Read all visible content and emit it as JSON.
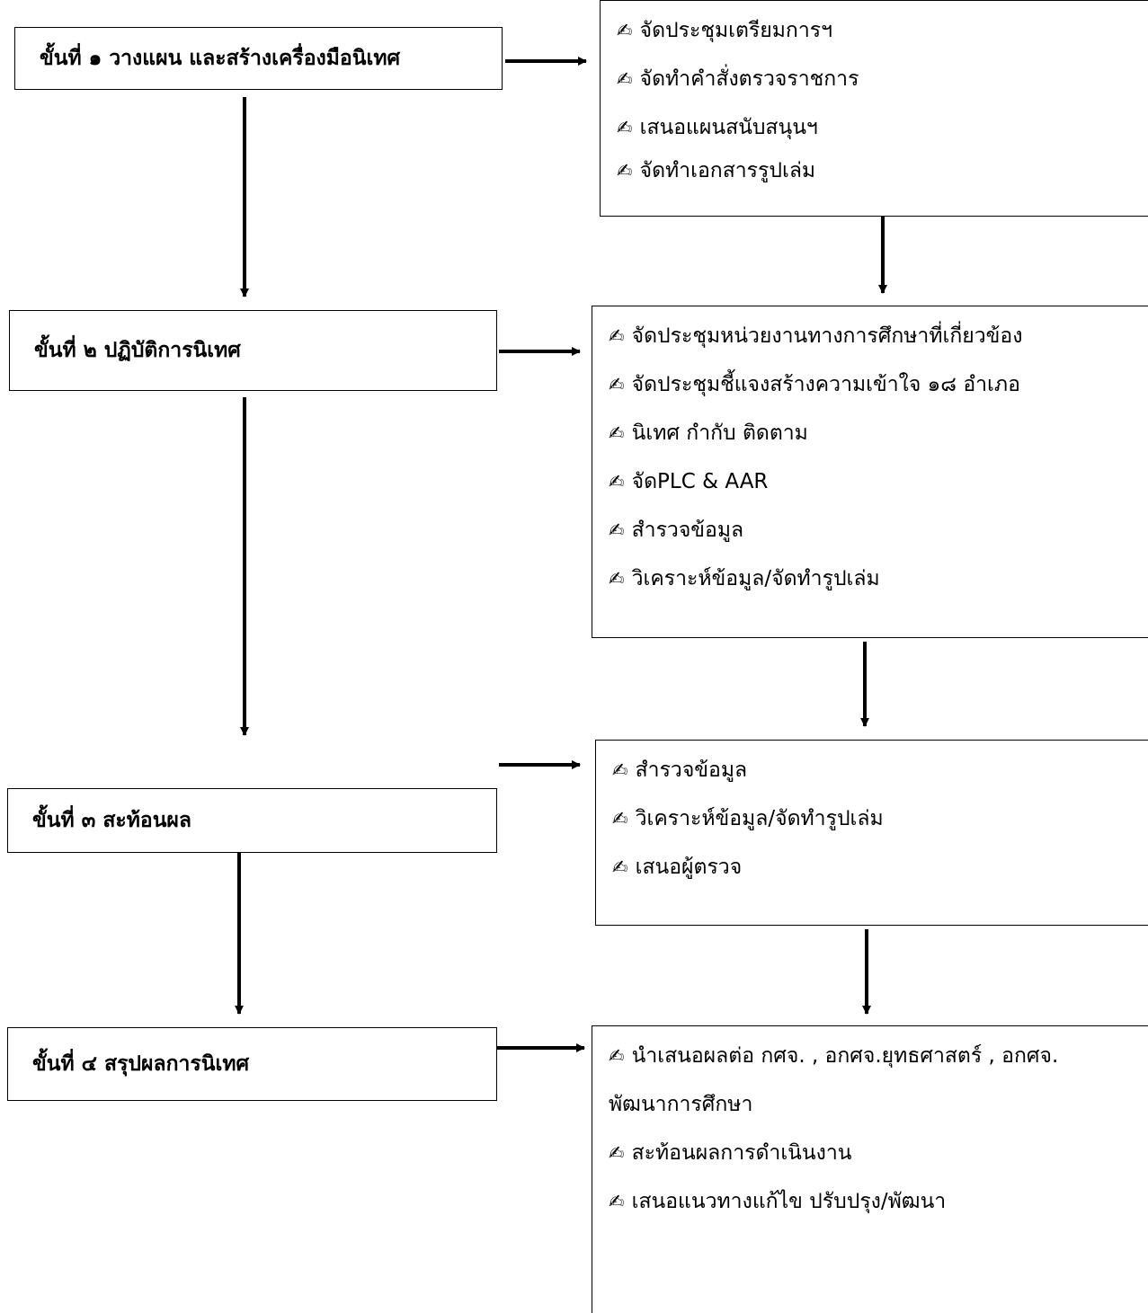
{
  "icons": {
    "bullet": "writing-hand-icon"
  },
  "steps": [
    {
      "label": "ขั้นที่ ๑ วางแผน และสร้างเครื่องมือนิเทศ"
    },
    {
      "label": "ขั้นที่ ๒ ปฏิบัติการนิเทศ"
    },
    {
      "label": "ขั้นที่ ๓  สะท้อนผล"
    },
    {
      "label": "ขั้นที่ ๔  สรุปผลการนิเทศ"
    }
  ],
  "details": [
    {
      "items": [
        "จัดประชุมเตรียมการฯ",
        "จัดทำคำสั่งตรวจราชการ",
        "เสนอแผนสนับสนุนฯ",
        "จัดทำเอกสารรูปเล่ม"
      ]
    },
    {
      "items": [
        "จัดประชุมหน่วยงานทางการศึกษาที่เกี่ยวข้อง",
        "จัดประชุมชี้แจงสร้างความเข้าใจ ๑๘ อำเภอ",
        "นิเทศ กำกับ ติดตาม",
        "จัดPLC & AAR",
        "สำรวจข้อมูล",
        "วิเคราะห์ข้อมูล/จัดทำรูปเล่ม"
      ]
    },
    {
      "items": [
        "สำรวจข้อมูล",
        "วิเคราะห์ข้อมูล/จัดทำรูปเล่ม",
        "เสนอผู้ตรวจ"
      ]
    },
    {
      "item1": "นำเสนอผลต่อ กศจ. , อกศจ.ยุทธศาสตร์ , อกศจ.",
      "item1_cont": "พัฒนาการศึกษา",
      "items": [
        "สะท้อนผลการดำเนินงาน",
        "เสนอแนวทางแก้ไข ปรับปรุง/พัฒนา"
      ]
    }
  ]
}
